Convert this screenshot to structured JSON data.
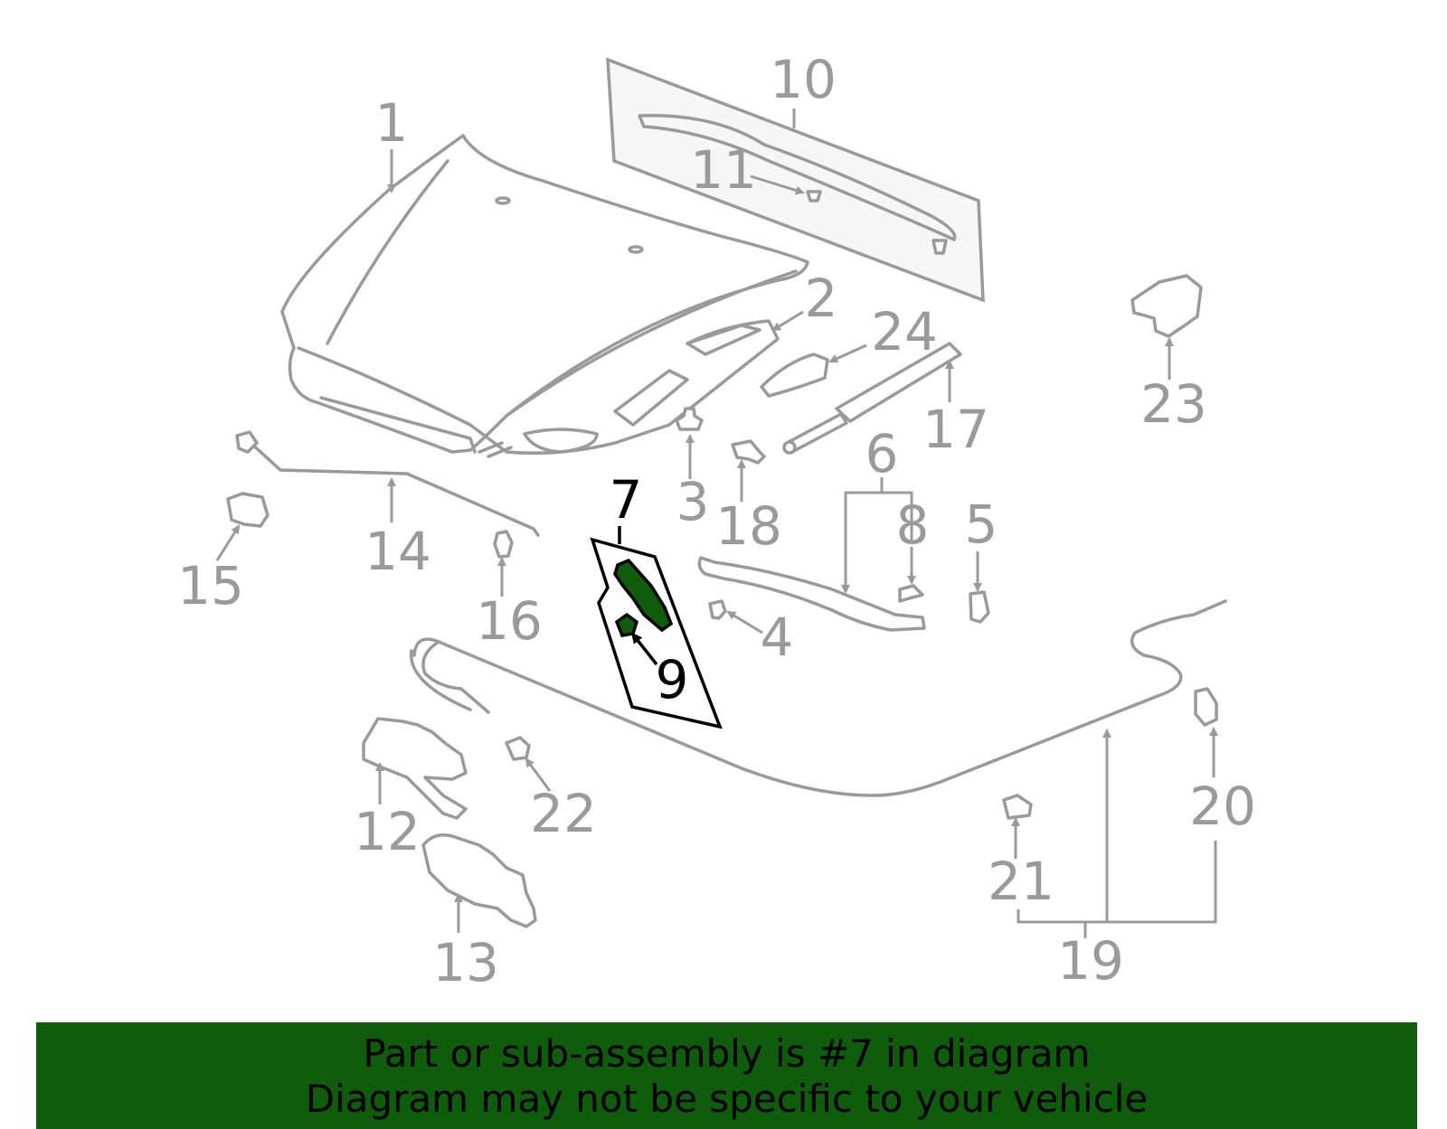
{
  "diagram": {
    "highlight_color": "#0f5c0c",
    "label_color": "#9a9a9a",
    "callouts": [
      "1",
      "2",
      "3",
      "4",
      "5",
      "6",
      "7",
      "8",
      "9",
      "10",
      "11",
      "12",
      "13",
      "14",
      "15",
      "16",
      "17",
      "18",
      "19",
      "20",
      "21",
      "22",
      "23",
      "24"
    ],
    "highlighted_callouts": [
      "7",
      "9"
    ]
  },
  "banner": {
    "line1": "Part or sub-assembly is #7 in diagram",
    "line2": "Diagram may not be specific to your vehicle",
    "background": "#0f5c0c"
  }
}
